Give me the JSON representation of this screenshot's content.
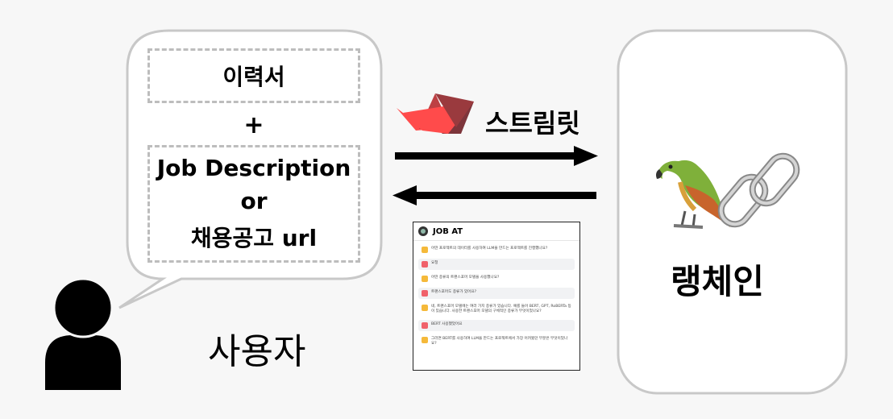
{
  "user_bubble": {
    "resume_label": "이력서",
    "plus": "+",
    "job_description": "Job Description",
    "or": "or",
    "posting_url": "채용공고 url"
  },
  "user_label": "사용자",
  "streamlit_label": "스트림릿",
  "langchain_label": "랭체인",
  "chat_mock": {
    "title": "JOB AT",
    "messages": [
      {
        "role": "bot",
        "text": "어떤 프로젝트의 데이터를 사용하여 LLM을 만드는 프로젝트를 진행했나요?"
      },
      {
        "role": "user",
        "text": "요청"
      },
      {
        "role": "bot",
        "text": "어떤 종류의 트랜스포머 모델을 사용했나요?"
      },
      {
        "role": "user",
        "text": "트랜스포머도 종류가 있어요?"
      },
      {
        "role": "bot",
        "text": "네, 트랜스포머 모델에는 여러 가지 종류가 있습니다. 예를 들어 BERT, GPT, RoBERTa 등이 있습니다. 사용한 트랜스포머 모델의 구체적인 종류가 무엇이었나요?"
      },
      {
        "role": "user",
        "text": "BERT 사용했었어요"
      },
      {
        "role": "bot",
        "text": "그러면 BERT를 사용하여 LLM을 만드는 프로젝트에서 가장 어려웠던 부분은 무엇이었나요?"
      }
    ]
  },
  "colors": {
    "bubble_border": "#c8c8c8",
    "dash_border": "#bdbdbd",
    "streamlit_red": "#ff4b4b",
    "arrow": "#000000"
  }
}
